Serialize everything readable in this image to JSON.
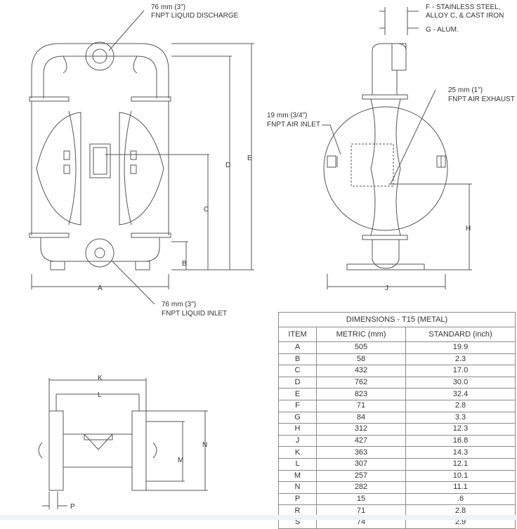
{
  "labels": {
    "liquid_discharge_size": "76 mm (3\")",
    "liquid_discharge_name": "FNPT LIQUID DISCHARGE",
    "liquid_inlet_size": "76 mm (3\")",
    "liquid_inlet_name": "FNPT LIQUID INLET",
    "air_inlet_size": "19 mm (3/4\")",
    "air_inlet_name": "FNPT AIR INLET",
    "air_exhaust_size": "25 mm (1\")",
    "air_exhaust_name": "FNPT AIR EXHAUST",
    "f_line1": "F - STAINLESS STEEL,",
    "f_line2": "ALLOY C, & CAST IRON",
    "g_line": "G - ALUM."
  },
  "dimension_letters": {
    "A": "A",
    "B": "B",
    "C": "C",
    "D": "D",
    "E": "E",
    "H": "H",
    "J": "J",
    "K": "K",
    "L": "L",
    "M": "M",
    "N": "N",
    "P": "P"
  },
  "table": {
    "title": "DIMENSIONS - T15 (METAL)",
    "headers": [
      "ITEM",
      "METRIC (mm)",
      "STANDARD (inch)"
    ],
    "rows": [
      [
        "A",
        "505",
        "19.9"
      ],
      [
        "B",
        "58",
        "2.3"
      ],
      [
        "C",
        "432",
        "17.0"
      ],
      [
        "D",
        "762",
        "30.0"
      ],
      [
        "E",
        "823",
        "32.4"
      ],
      [
        "F",
        "71",
        "2.8"
      ],
      [
        "G",
        "84",
        "3.3"
      ],
      [
        "H",
        "312",
        "12.3"
      ],
      [
        "J",
        "427",
        "16.8"
      ],
      [
        "K",
        "363",
        "14.3"
      ],
      [
        "L",
        "307",
        "12.1"
      ],
      [
        "M",
        "257",
        "10.1"
      ],
      [
        "N",
        "282",
        "11.1"
      ],
      [
        "P",
        "15",
        ".6"
      ],
      [
        "R",
        "71",
        "2.8"
      ],
      [
        "S",
        "74",
        "2.9"
      ]
    ]
  }
}
